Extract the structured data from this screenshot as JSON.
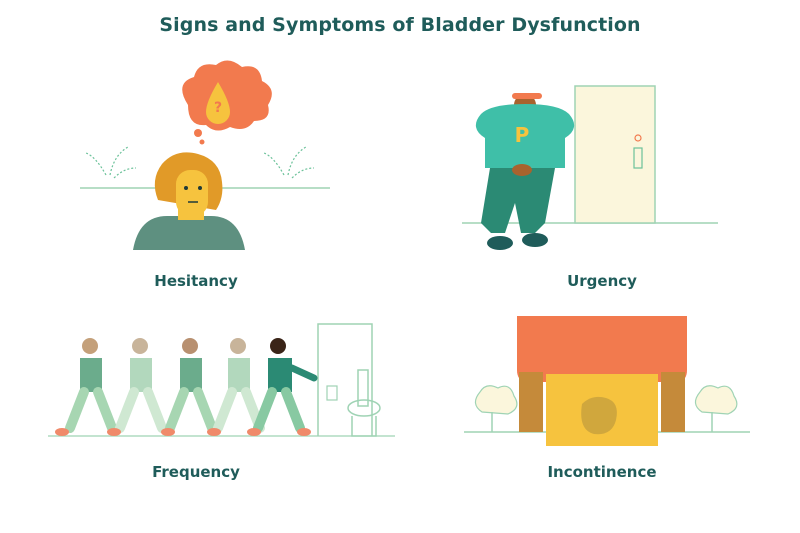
{
  "title": "Signs and Symptoms of Bladder Dysfunction",
  "panels": [
    {
      "label": "Hesitancy"
    },
    {
      "label": "Urgency"
    },
    {
      "label": "Frequency"
    },
    {
      "label": "Incontinence"
    }
  ],
  "urgency_shirt_letter": "P",
  "colors": {
    "heading": "#1f5c5a",
    "teal": "#3fbfa8",
    "dark_green": "#2b6b5f",
    "mint": "#9fd3b4",
    "orange": "#f27a4e",
    "mustard": "#e7a92b",
    "yellow": "#f6c33e"
  }
}
